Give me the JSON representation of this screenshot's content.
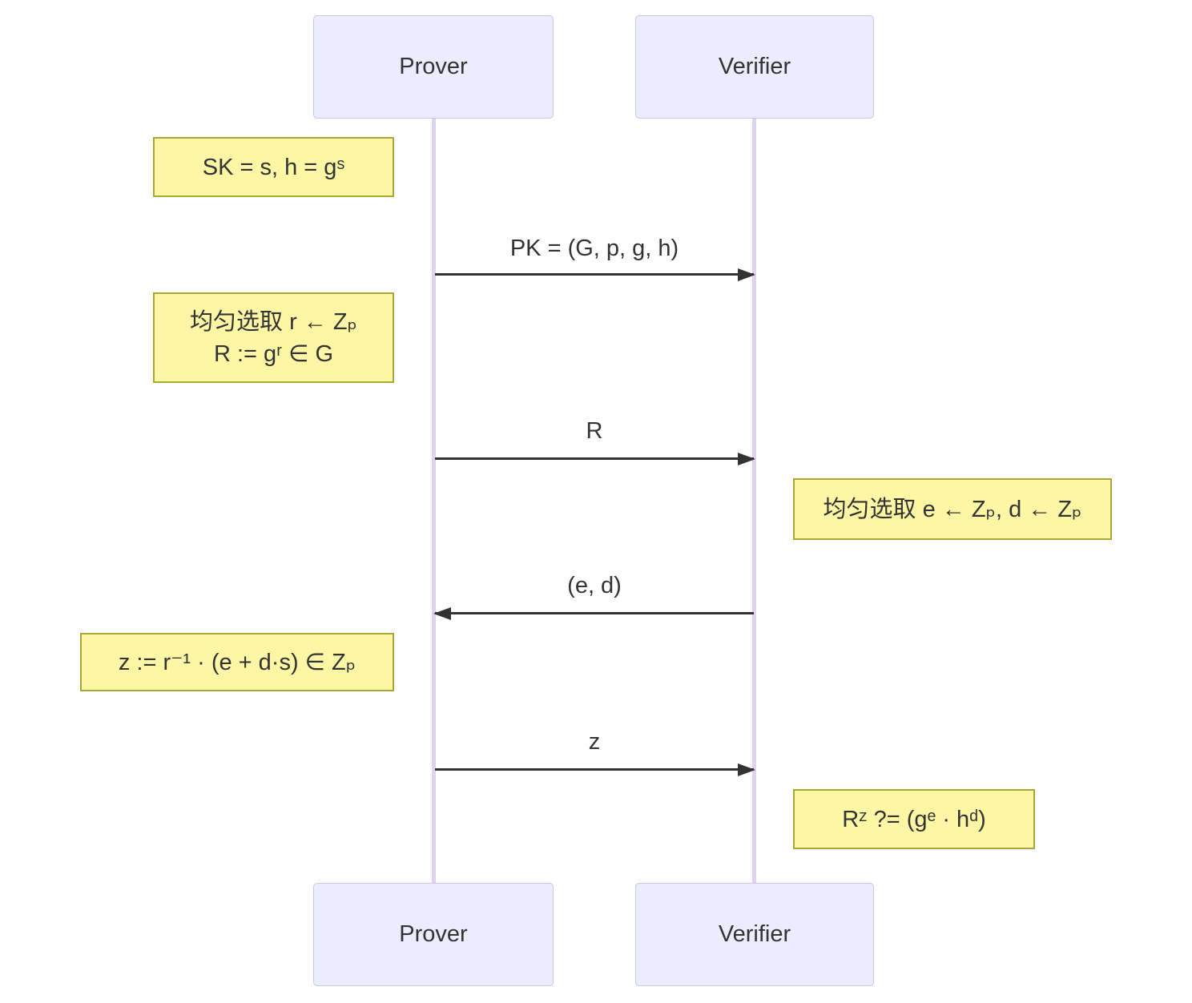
{
  "diagram": {
    "type": "sequence-diagram",
    "topic": "Okamoto-style identification protocol"
  },
  "actors": {
    "prover": "Prover",
    "verifier": "Verifier"
  },
  "notes": {
    "sk": {
      "text": "SK = s, h = gˢ",
      "side": "left of Prover"
    },
    "pick_r": {
      "line1": "均匀选取 r ← Zₚ",
      "line2": "R := gʳ ∈ G",
      "side": "left of Prover"
    },
    "pick_ed": {
      "text": "均匀选取 e ← Zₚ, d ← Zₚ",
      "side": "right of Verifier"
    },
    "compute_z": {
      "text": "z := r⁻¹ · (e + d·s) ∈ Zₚ",
      "side": "left of Prover"
    },
    "verify": {
      "text": "Rᶻ ?= (gᵉ · hᵈ)",
      "side": "right of Verifier"
    }
  },
  "messages": {
    "pk": {
      "label": "PK = (G, p, g, h)",
      "from": "Prover",
      "to": "Verifier"
    },
    "r": {
      "label": "R",
      "from": "Prover",
      "to": "Verifier"
    },
    "ed": {
      "label": "(e, d)",
      "from": "Verifier",
      "to": "Prover"
    },
    "z": {
      "label": "z",
      "from": "Prover",
      "to": "Verifier"
    }
  },
  "colors": {
    "background": "#ffffff",
    "actor_fill": "#ececff",
    "actor_border": "#ccc6e3",
    "note_fill": "#fcf6a5",
    "note_border": "#a8a839",
    "lifeline": "#ddd4ee",
    "arrow": "#333333",
    "text": "#333333"
  }
}
